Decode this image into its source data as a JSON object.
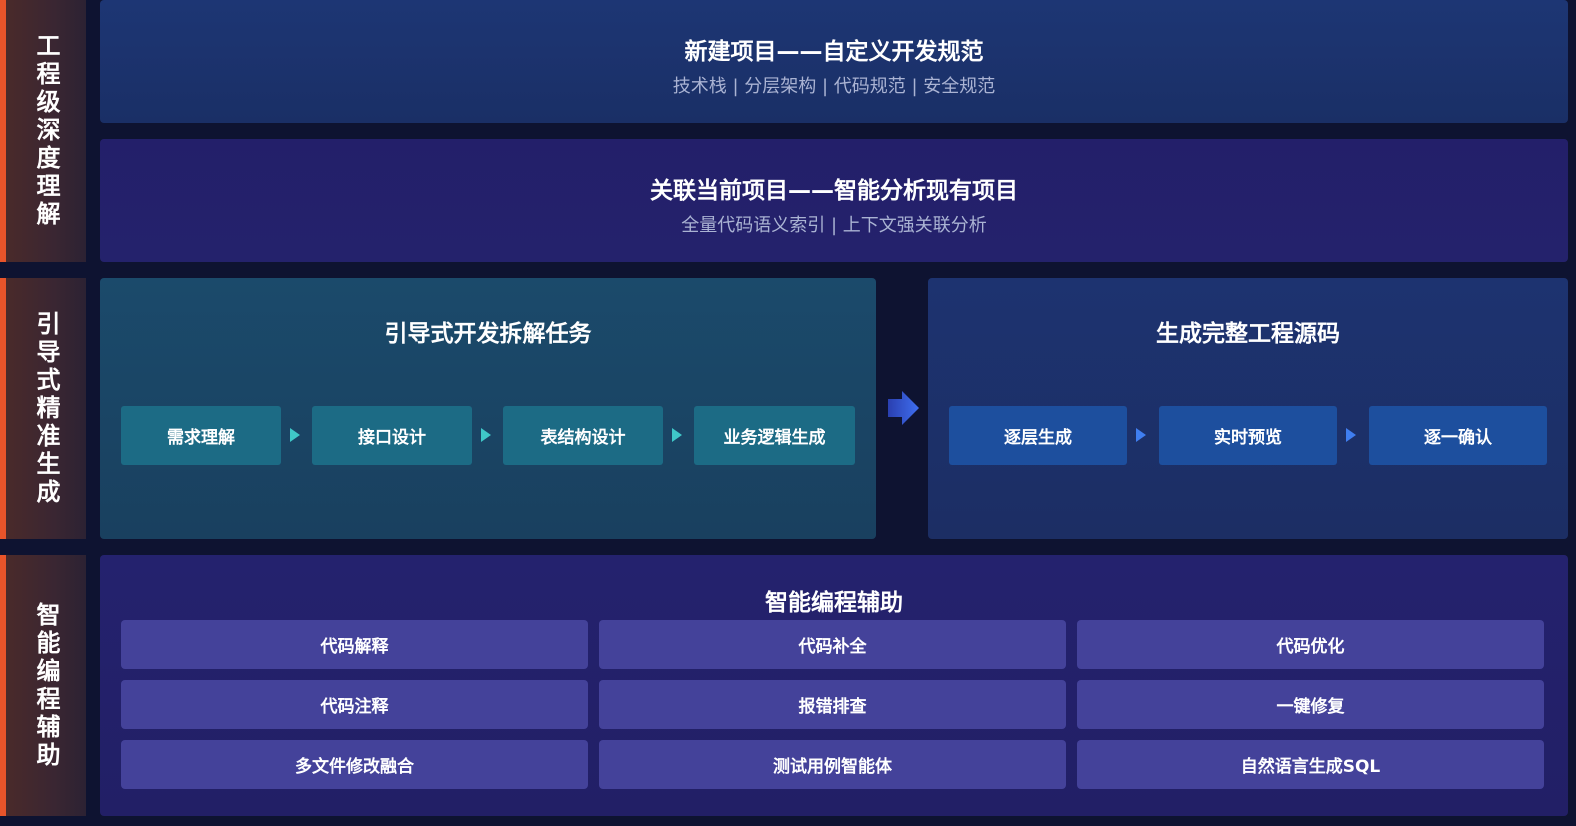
{
  "colors": {
    "accent_orange": "#e8542a",
    "teal_arrow": "#3fc8c8",
    "blue_arrow": "#3f7ef0"
  },
  "sections": {
    "engineering": {
      "label": "工程级深度理解",
      "new_project": {
        "title": "新建项目——自定义开发规范",
        "subtitle": "技术栈 | 分层架构 | 代码规范 | 安全规范"
      },
      "link_project": {
        "title": "关联当前项目——智能分析现有项目",
        "subtitle": "全量代码语义索引 | 上下文强关联分析"
      }
    },
    "guided": {
      "label": "引导式精准生成",
      "left": {
        "title": "引导式开发拆解任务",
        "steps": [
          "需求理解",
          "接口设计",
          "表结构设计",
          "业务逻辑生成"
        ]
      },
      "right": {
        "title": "生成完整工程源码",
        "steps": [
          "逐层生成",
          "实时预览",
          "逐一确认"
        ]
      }
    },
    "assist": {
      "label": "智能编程辅助",
      "title": "智能编程辅助",
      "features": [
        "代码解释",
        "代码补全",
        "代码优化",
        "代码注释",
        "报错排查",
        "一键修复",
        "多文件修改融合",
        "测试用例智能体",
        "自然语言生成SQL"
      ]
    }
  }
}
